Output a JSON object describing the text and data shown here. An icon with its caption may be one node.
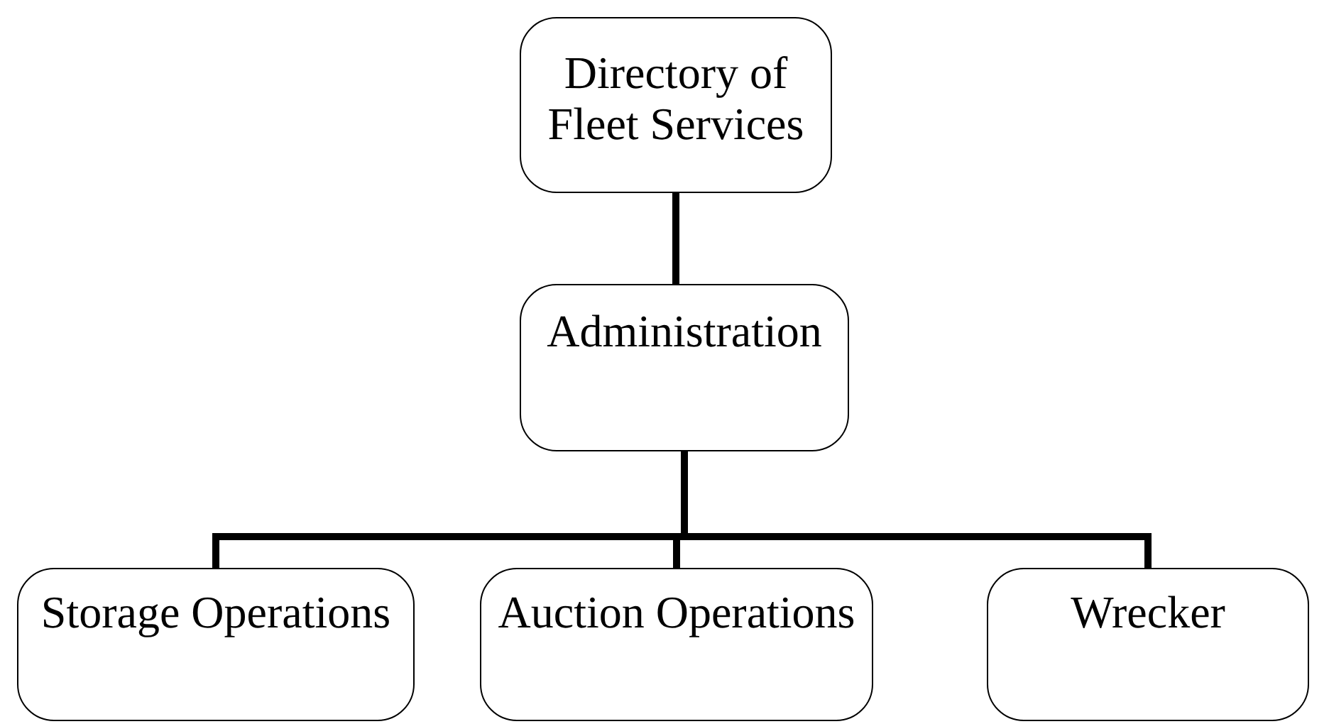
{
  "diagram": {
    "nodes": [
      {
        "text": [
          "Directory of Fleet Services"
        ]
      },
      {
        "text": [
          "Administration"
        ]
      },
      {
        "text": [
          "Storage Operations"
        ]
      },
      {
        "text": [
          "Auction Operations"
        ]
      },
      {
        "text": [
          "Wrecker"
        ]
      }
    ],
    "edges": [
      {
        "from": 0,
        "to": 1,
        "arrow": "none"
      },
      {
        "from": 1,
        "to": 2,
        "arrow": "none"
      },
      {
        "from": 1,
        "to": 3,
        "arrow": "none"
      },
      {
        "from": 1,
        "to": 4,
        "arrow": "none"
      }
    ]
  }
}
